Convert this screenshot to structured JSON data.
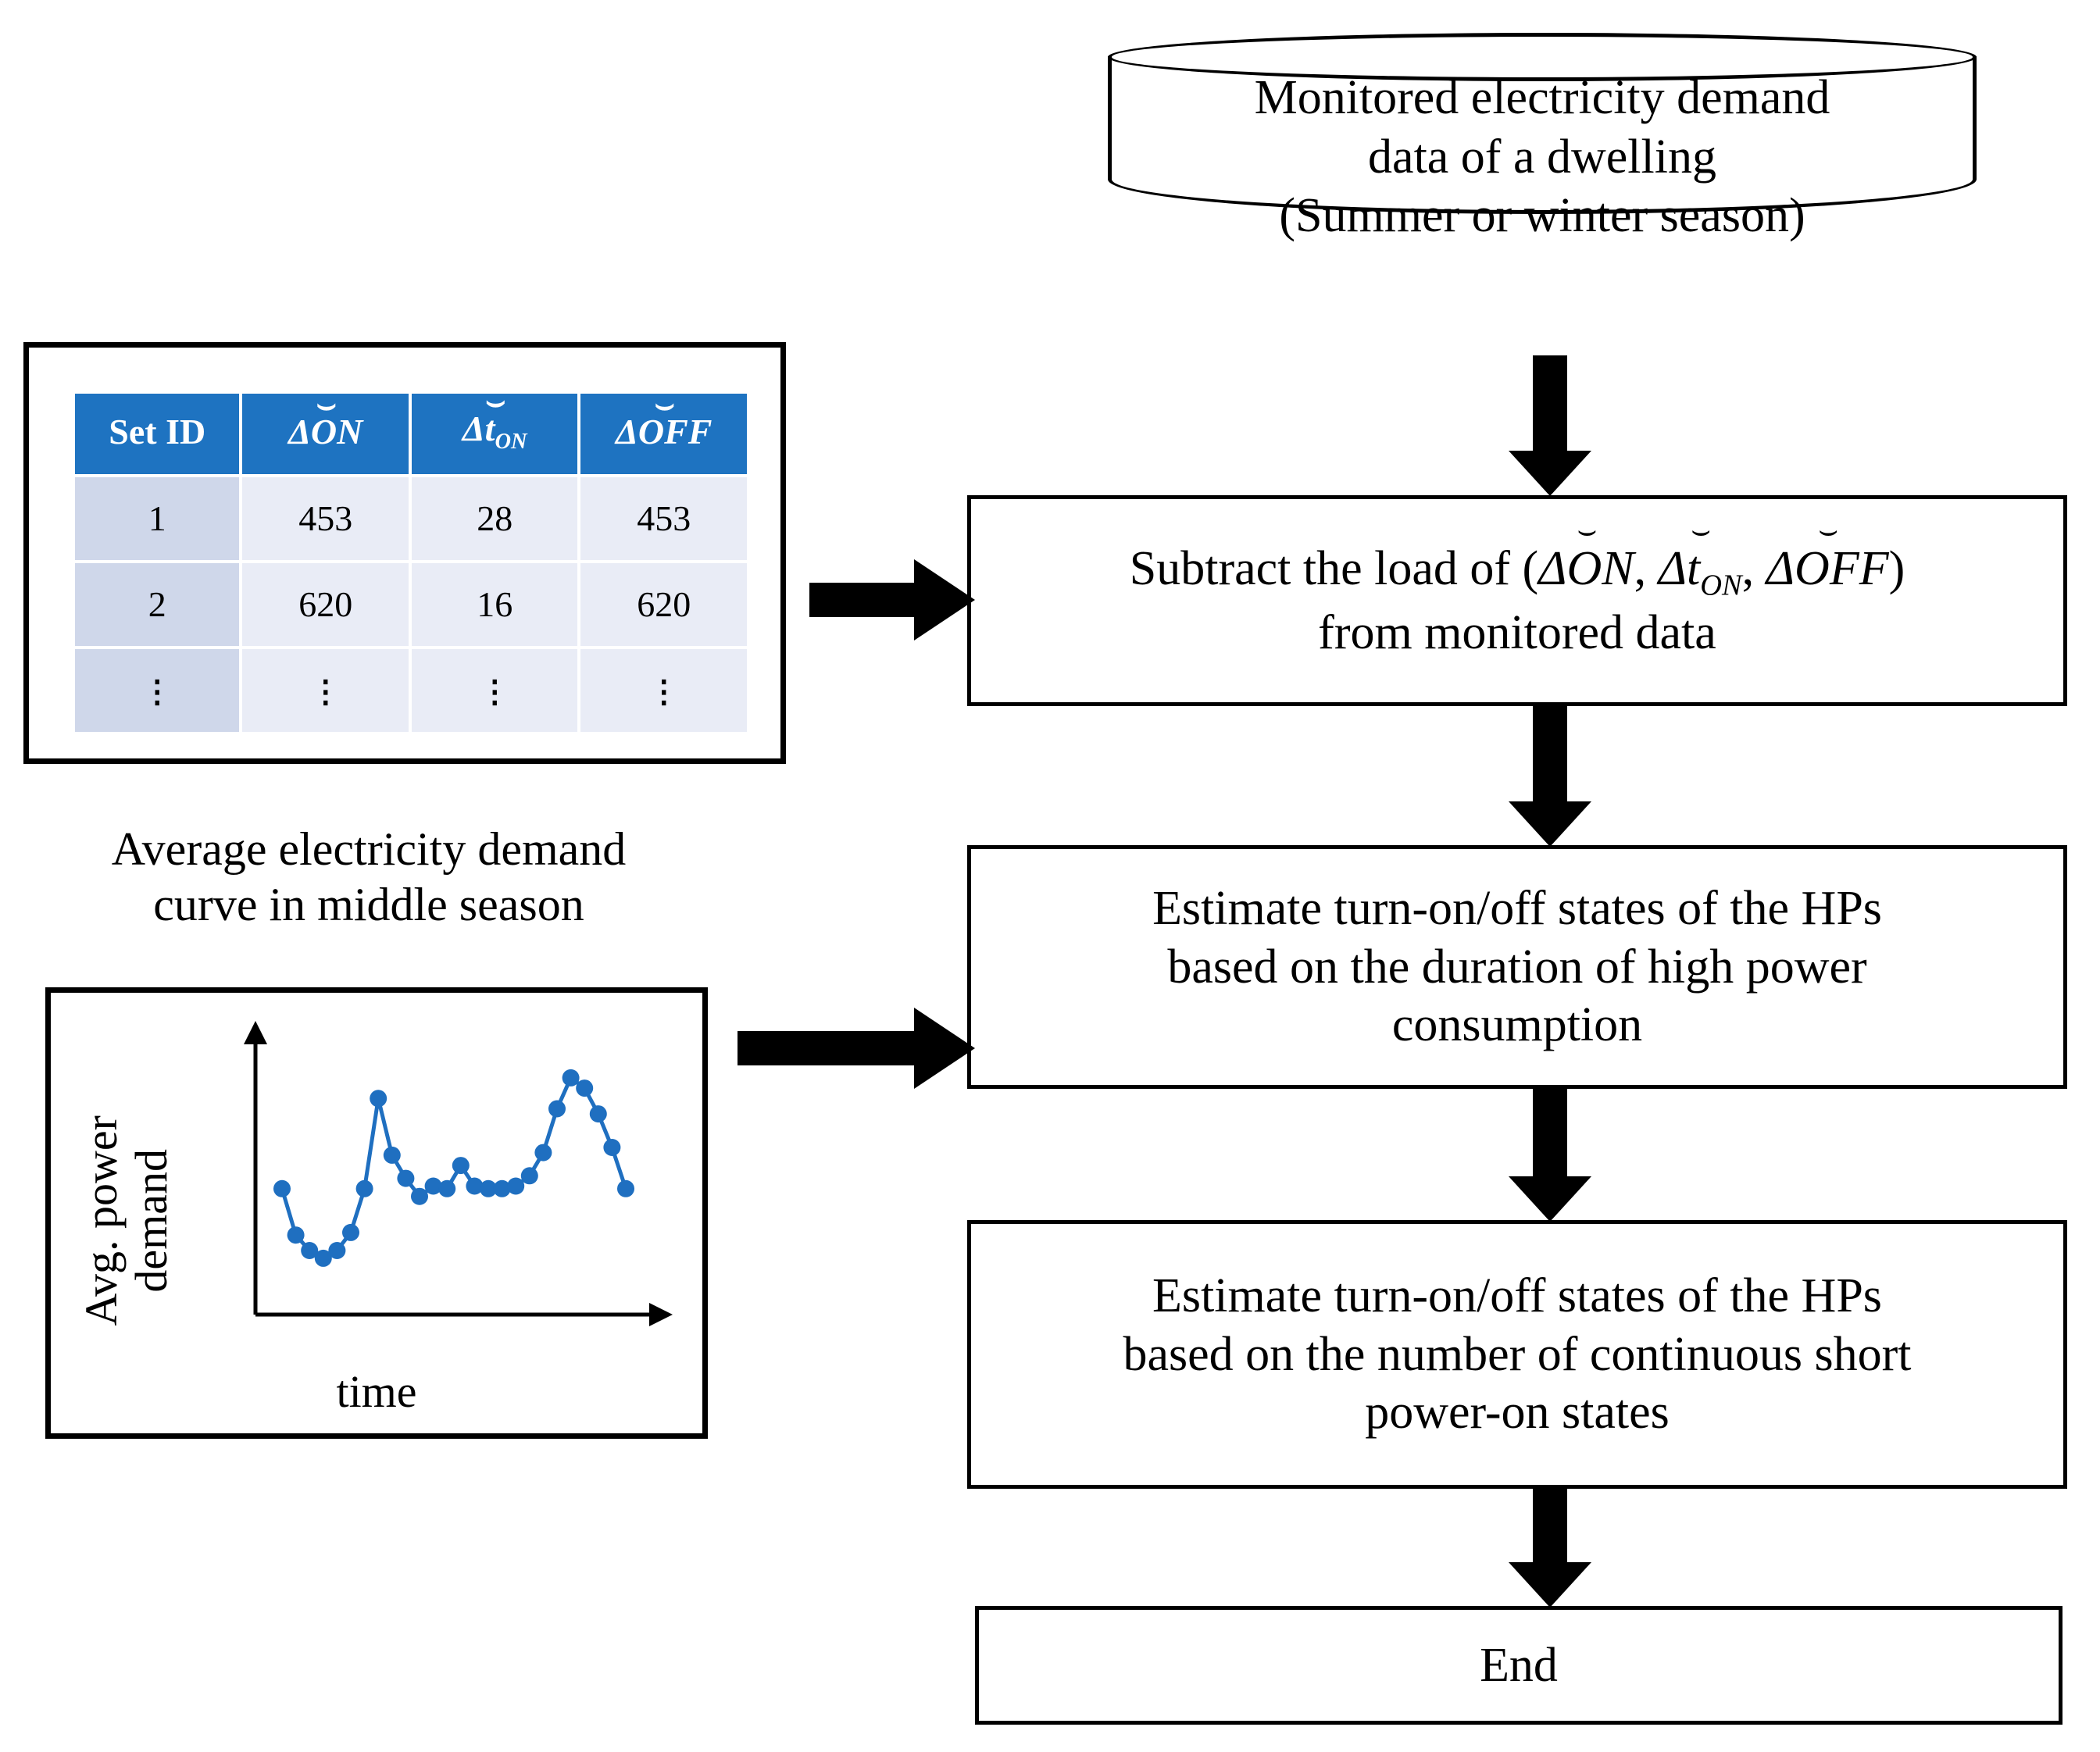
{
  "table": {
    "headers": [
      {
        "label": "Set ID",
        "kind": "plain"
      },
      {
        "label": "ΔON",
        "kind": "math",
        "base": "ΔON",
        "sub": "",
        "tilde": "⌣"
      },
      {
        "label": "Δt_ON",
        "kind": "math",
        "base": "Δt",
        "sub": "ON",
        "tilde": "⌣"
      },
      {
        "label": "ΔOFF",
        "kind": "math",
        "base": "ΔOFF",
        "sub": "",
        "tilde": "⌣"
      }
    ],
    "rows": [
      [
        "1",
        "453",
        "28",
        "453"
      ],
      [
        "2",
        "620",
        "16",
        "620"
      ],
      [
        "⋮",
        "⋮",
        "⋮",
        "⋮"
      ]
    ],
    "header_bg": "#1E73C1",
    "id_cell_bg": "#CFD7EA",
    "cell_bg": "#E9ECF6"
  },
  "chart_caption": {
    "line1": "Average electricity  demand",
    "line2": "curve in middle season"
  },
  "chart_data": {
    "type": "line",
    "title": "",
    "xlabel": "time",
    "ylabel": "Avg. power demand",
    "x": [
      1,
      2,
      3,
      4,
      5,
      6,
      7,
      8,
      9,
      10,
      11,
      12,
      13,
      14,
      15,
      16,
      17,
      18,
      19,
      20,
      21,
      22,
      23,
      24
    ],
    "values": [
      44,
      26,
      20,
      17,
      20,
      27,
      44,
      79,
      57,
      48,
      41,
      45,
      44,
      53,
      45,
      44,
      44,
      45,
      49,
      58,
      75,
      87,
      83,
      73,
      60,
      44
    ],
    "categories": [],
    "series": [
      {
        "name": "Avg. power demand",
        "values": [
          44,
          26,
          20,
          17,
          20,
          27,
          44,
          79,
          57,
          48,
          41,
          45,
          44,
          53,
          45,
          44,
          44,
          45,
          49,
          58,
          75,
          87,
          83,
          73,
          60,
          44
        ]
      }
    ],
    "ylim": [
      0,
      100
    ],
    "xlim": [
      0,
      27
    ],
    "grid": false,
    "legend": "none",
    "line_color": "#1F6FC0",
    "marker": "circle",
    "marker_color": "#1F6FC0",
    "axis_color": "#000000",
    "axis_arrows": true
  },
  "flow": {
    "cylinder": {
      "line1": "Monitored electricity demand",
      "line2": "data of a dwelling",
      "line3": "(Summer or winter season)"
    },
    "subtract": {
      "prefix": "Subtract the load of (",
      "t1_base": "ΔON",
      "t1_sub": "",
      "t2_base": "Δt",
      "t2_sub": "ON",
      "t3_base": "ΔOFF",
      "t3_sub": "",
      "suffix": ")",
      "line2": "from monitored data"
    },
    "duration": {
      "line1": "Estimate turn-on/off states of the HPs",
      "line2": "based on the duration of high power",
      "line3": "consumption"
    },
    "continuous": {
      "line1": "Estimate turn-on/off states of the HPs",
      "line2": "based on the number of continuous short",
      "line3": "power-on states"
    },
    "end": {
      "label": "End"
    }
  }
}
